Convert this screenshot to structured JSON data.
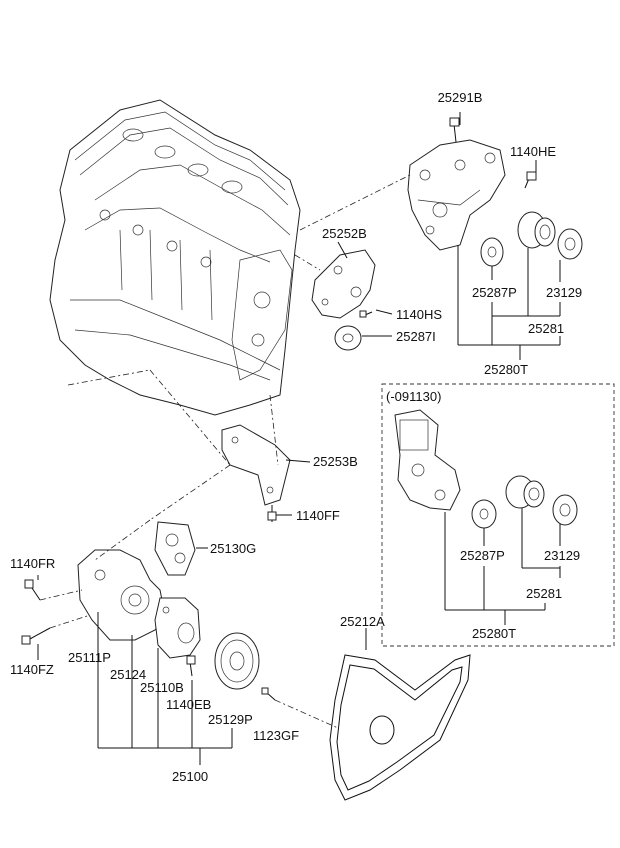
{
  "variant_box_label": "(-091130)",
  "parts": {
    "p25291B": "25291B",
    "p1140HE": "1140HE",
    "p25252B": "25252B",
    "p1140HS": "1140HS",
    "p25287I": "25287I",
    "p25287P_a": "25287P",
    "p23129_a": "23129",
    "p25281_a": "25281",
    "p25280T_a": "25280T",
    "p25253B": "25253B",
    "p1140FF": "1140FF",
    "p25287P_b": "25287P",
    "p23129_b": "23129",
    "p25281_b": "25281",
    "p25280T_b": "25280T",
    "p1140FR": "1140FR",
    "p25130G": "25130G",
    "p1140FZ": "1140FZ",
    "p25111P": "25111P",
    "p25124": "25124",
    "p25110B": "25110B",
    "p1140EB": "1140EB",
    "p25129P": "25129P",
    "p1123GF": "1123GF",
    "p25212A": "25212A",
    "p25100": "25100"
  }
}
